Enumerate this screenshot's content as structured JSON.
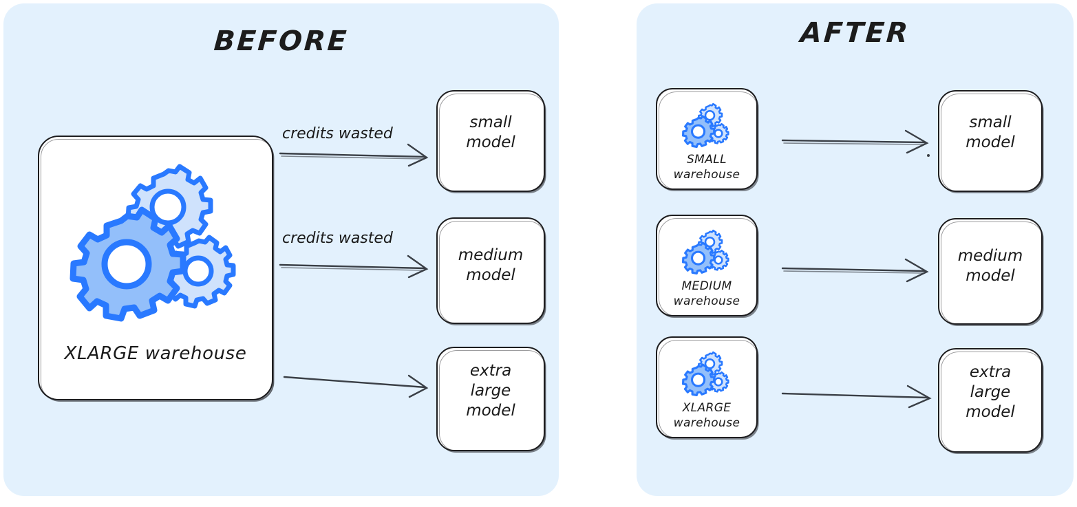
{
  "colors": {
    "panel_bg": "#E3F1FD",
    "page_bg": "#FFFFFF",
    "box_fill": "#FFFFFF",
    "ink": "#1D1D1F",
    "gear_stroke": "#2979FF",
    "gear_fill_dark": "#93BFFA",
    "gear_fill_light": "#CFE2FC"
  },
  "panels": {
    "before": {
      "title": "BEFORE",
      "warehouse": {
        "label": "XLARGE warehouse",
        "icon": "gears-icon"
      },
      "arrows": [
        {
          "caption": "credits wasted",
          "target": "small model"
        },
        {
          "caption": "credits wasted",
          "target": "medium model"
        },
        {
          "caption": "",
          "target": "extra large model"
        }
      ],
      "models": [
        {
          "label": "small\nmodel"
        },
        {
          "label": "medium\nmodel"
        },
        {
          "label": "extra\nlarge\nmodel"
        }
      ]
    },
    "after": {
      "title": "AFTER",
      "warehouses": [
        {
          "label": "SMALL\nwarehouse",
          "icon": "gears-icon"
        },
        {
          "label": "MEDIUM\nwarehouse",
          "icon": "gears-icon"
        },
        {
          "label": "XLARGE\nwarehouse",
          "icon": "gears-icon"
        }
      ],
      "arrows": [
        {
          "caption": ""
        },
        {
          "caption": ""
        },
        {
          "caption": ""
        }
      ],
      "models": [
        {
          "label": "small\nmodel"
        },
        {
          "label": "medium\nmodel"
        },
        {
          "label": "extra\nlarge\nmodel"
        }
      ]
    }
  }
}
